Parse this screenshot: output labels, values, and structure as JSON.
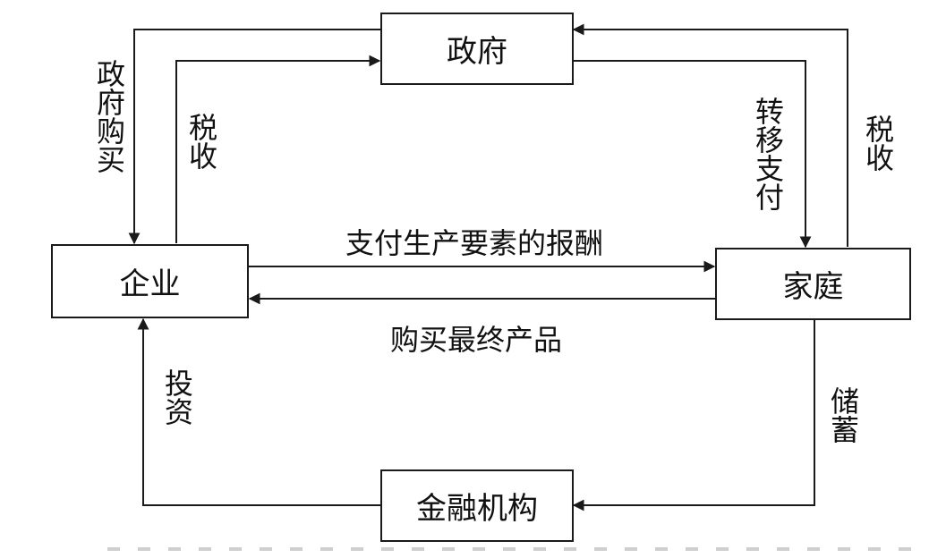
{
  "nodes": {
    "government": "政府",
    "enterprise": "企业",
    "household": "家庭",
    "financial": "金融机构"
  },
  "edges": {
    "gov_purchase": "政府购买",
    "tax_enterprise": "税收",
    "transfer_payment": "转移支付",
    "tax_household": "税收",
    "factor_payment": "支付生产要素的报酬",
    "final_purchase": "购买最终产品",
    "investment": "投资",
    "savings": "储蓄"
  }
}
